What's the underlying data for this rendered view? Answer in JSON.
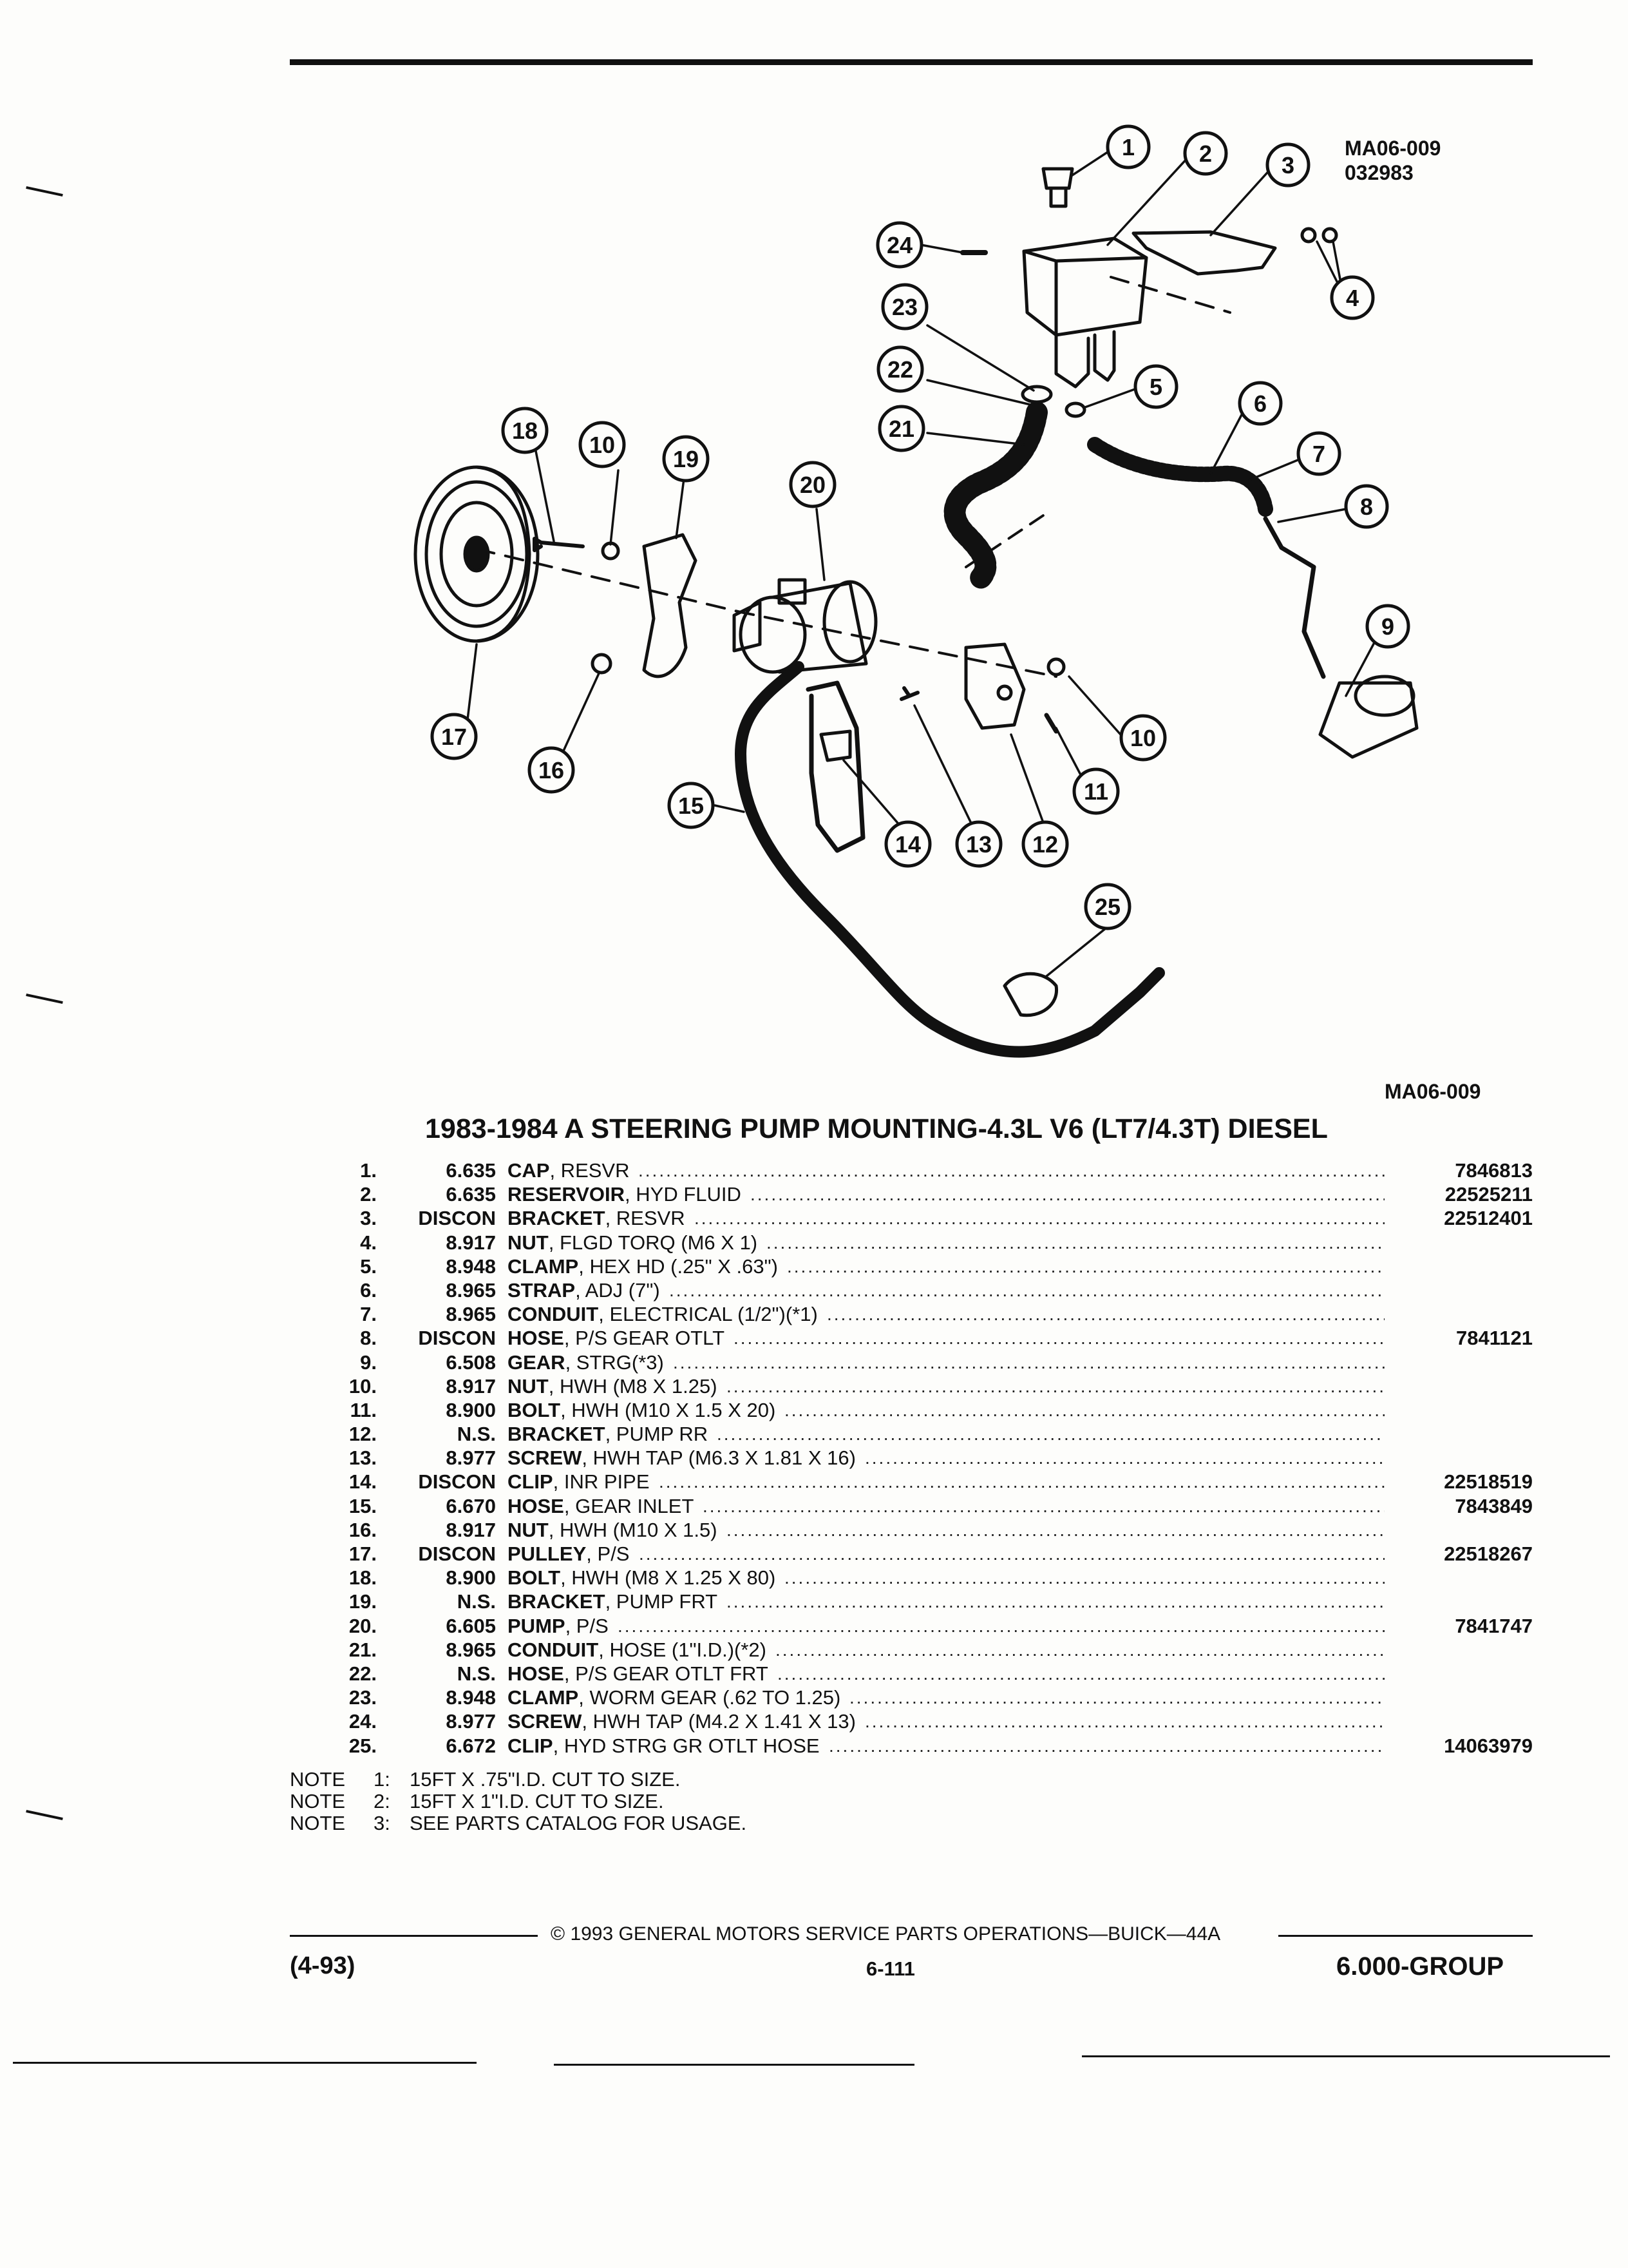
{
  "diagram": {
    "code_top": "MA06-009",
    "code_date": "032983",
    "code_bottom": "MA06-009",
    "callouts": [
      "1",
      "2",
      "3",
      "4",
      "5",
      "6",
      "7",
      "8",
      "9",
      "10",
      "10",
      "11",
      "12",
      "13",
      "14",
      "15",
      "16",
      "17",
      "18",
      "19",
      "20",
      "21",
      "22",
      "23",
      "24",
      "25"
    ]
  },
  "title": "1983-1984 A STEERING PUMP MOUNTING-4.3L V6 (LT7/4.3T) DIESEL",
  "parts": [
    {
      "num": "1.",
      "group": "6.635",
      "name": "CAP",
      "desc": ", RESVR",
      "part": "7846813"
    },
    {
      "num": "2.",
      "group": "6.635",
      "name": "RESERVOIR",
      "desc": ", HYD FLUID",
      "part": "22525211"
    },
    {
      "num": "3.",
      "group": "DISCON",
      "name": "BRACKET",
      "desc": ", RESVR",
      "part": "22512401"
    },
    {
      "num": "4.",
      "group": "8.917",
      "name": "NUT",
      "desc": ", FLGD TORQ (M6 X 1)",
      "part": ""
    },
    {
      "num": "5.",
      "group": "8.948",
      "name": "CLAMP",
      "desc": ", HEX HD (.25\" X .63\")",
      "part": ""
    },
    {
      "num": "6.",
      "group": "8.965",
      "name": "STRAP",
      "desc": ", ADJ (7\")",
      "part": ""
    },
    {
      "num": "7.",
      "group": "8.965",
      "name": "CONDUIT",
      "desc": ", ELECTRICAL (1/2\")(*1)",
      "part": ""
    },
    {
      "num": "8.",
      "group": "DISCON",
      "name": "HOSE",
      "desc": ", P/S GEAR OTLT",
      "part": "7841121"
    },
    {
      "num": "9.",
      "group": "6.508",
      "name": "GEAR",
      "desc": ", STRG(*3)",
      "part": ""
    },
    {
      "num": "10.",
      "group": "8.917",
      "name": "NUT",
      "desc": ", HWH (M8 X 1.25)",
      "part": ""
    },
    {
      "num": "11.",
      "group": "8.900",
      "name": "BOLT",
      "desc": ", HWH (M10 X 1.5 X 20)",
      "part": ""
    },
    {
      "num": "12.",
      "group": "N.S.",
      "name": "BRACKET",
      "desc": ", PUMP RR",
      "part": ""
    },
    {
      "num": "13.",
      "group": "8.977",
      "name": "SCREW",
      "desc": ", HWH TAP (M6.3 X 1.81 X 16)",
      "part": ""
    },
    {
      "num": "14.",
      "group": "DISCON",
      "name": "CLIP",
      "desc": ", INR PIPE",
      "part": "22518519"
    },
    {
      "num": "15.",
      "group": "6.670",
      "name": "HOSE",
      "desc": ", GEAR INLET",
      "part": "7843849"
    },
    {
      "num": "16.",
      "group": "8.917",
      "name": "NUT",
      "desc": ", HWH (M10 X 1.5)",
      "part": ""
    },
    {
      "num": "17.",
      "group": "DISCON",
      "name": "PULLEY",
      "desc": ", P/S",
      "part": "22518267"
    },
    {
      "num": "18.",
      "group": "8.900",
      "name": "BOLT",
      "desc": ", HWH (M8 X 1.25 X 80)",
      "part": ""
    },
    {
      "num": "19.",
      "group": "N.S.",
      "name": "BRACKET",
      "desc": ", PUMP FRT",
      "part": ""
    },
    {
      "num": "20.",
      "group": "6.605",
      "name": "PUMP",
      "desc": ", P/S",
      "part": "7841747"
    },
    {
      "num": "21.",
      "group": "8.965",
      "name": "CONDUIT",
      "desc": ", HOSE (1\"I.D.)(*2)",
      "part": ""
    },
    {
      "num": "22.",
      "group": "N.S.",
      "name": "HOSE",
      "desc": ", P/S GEAR OTLT FRT",
      "part": ""
    },
    {
      "num": "23.",
      "group": "8.948",
      "name": "CLAMP",
      "desc": ", WORM GEAR (.62 TO 1.25)",
      "part": ""
    },
    {
      "num": "24.",
      "group": "8.977",
      "name": "SCREW",
      "desc": ", HWH TAP (M4.2 X 1.41 X 13)",
      "part": ""
    },
    {
      "num": "25.",
      "group": "6.672",
      "name": "CLIP",
      "desc": ", HYD STRG GR OTLT HOSE",
      "part": "14063979"
    }
  ],
  "notes": [
    {
      "label": "NOTE",
      "num": "1:",
      "text": "15FT X .75\"I.D. CUT TO SIZE."
    },
    {
      "label": "NOTE",
      "num": "2:",
      "text": "15FT X 1\"I.D. CUT TO SIZE."
    },
    {
      "label": "NOTE",
      "num": "3:",
      "text": "SEE PARTS CATALOG FOR USAGE."
    }
  ],
  "footer": {
    "copyright": "© 1993  GENERAL MOTORS SERVICE PARTS OPERATIONS—BUICK—44A",
    "revision": "(4-93)",
    "page": "6-111",
    "group": "6.000-GROUP"
  }
}
